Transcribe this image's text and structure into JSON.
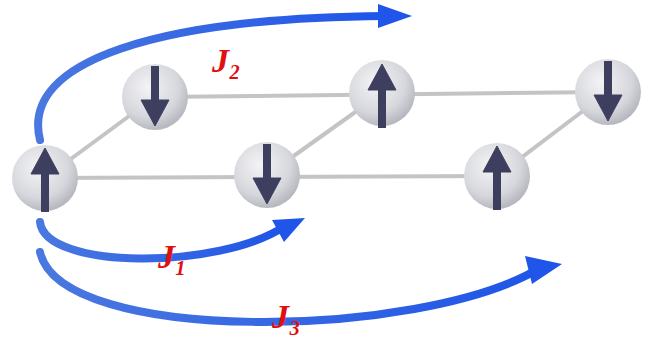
{
  "diagram": {
    "labels": [
      "J₁",
      "J₂",
      "J₃"
    ]
  }
}
